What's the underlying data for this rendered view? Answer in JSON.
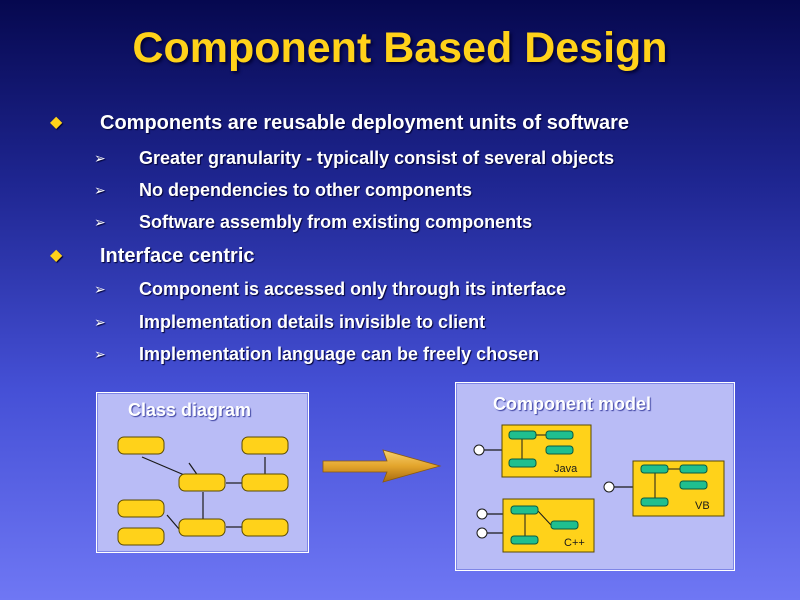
{
  "title": "Component Based Design",
  "bullets": [
    {
      "text": "Components are reusable deployment units of software",
      "subs": [
        "Greater granularity - typically consist of several objects",
        "No dependencies to other components",
        "Software assembly from existing components"
      ]
    },
    {
      "text": "Interface centric",
      "subs": [
        "Component is accessed only through its interface",
        "Implementation details invisible to client",
        "Implementation language can be freely chosen"
      ]
    }
  ],
  "class_diagram": {
    "title": "Class diagram"
  },
  "component_model": {
    "title": "Component model",
    "components": [
      "Java",
      "VB",
      "C++"
    ]
  },
  "colors": {
    "title": "#ffd21a",
    "class_box": "#ffd21a",
    "component_box": "#ffd21a",
    "sub_component": "#1fbf8f",
    "panel": "#b9bcf6",
    "arrow": "#e8a820"
  }
}
